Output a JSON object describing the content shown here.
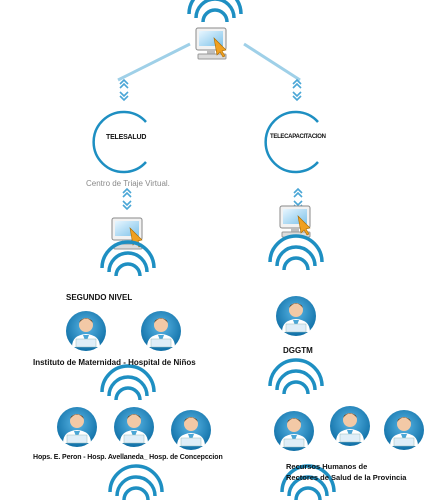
{
  "branches": {
    "left": {
      "node_label": "TELESALUD",
      "sublabel": "Centro de Triaje Virtual.",
      "level_label": "SEGUNDO NIVEL",
      "hospitals_row1": "Instituto de Maternidad - Hospital de Niños",
      "hospitals_row2": "Hops. E. Peron - Hosp. Avellaneda_ Hosp. de Concepccion"
    },
    "right": {
      "node_label": "TELECAPACITACION",
      "unit_label": "DGGTM",
      "hr_line1": "Recursos Humanos de",
      "hr_line2": "Rectores de Salud de la Provincia"
    }
  },
  "colors": {
    "connector": "#9fd0e8",
    "arc": "#1e8fc2",
    "doctor_circle": "#1a86c0"
  },
  "icons": [
    "computer-icon",
    "signal-waves-icon",
    "doctor-icon",
    "double-chevron-icon"
  ]
}
